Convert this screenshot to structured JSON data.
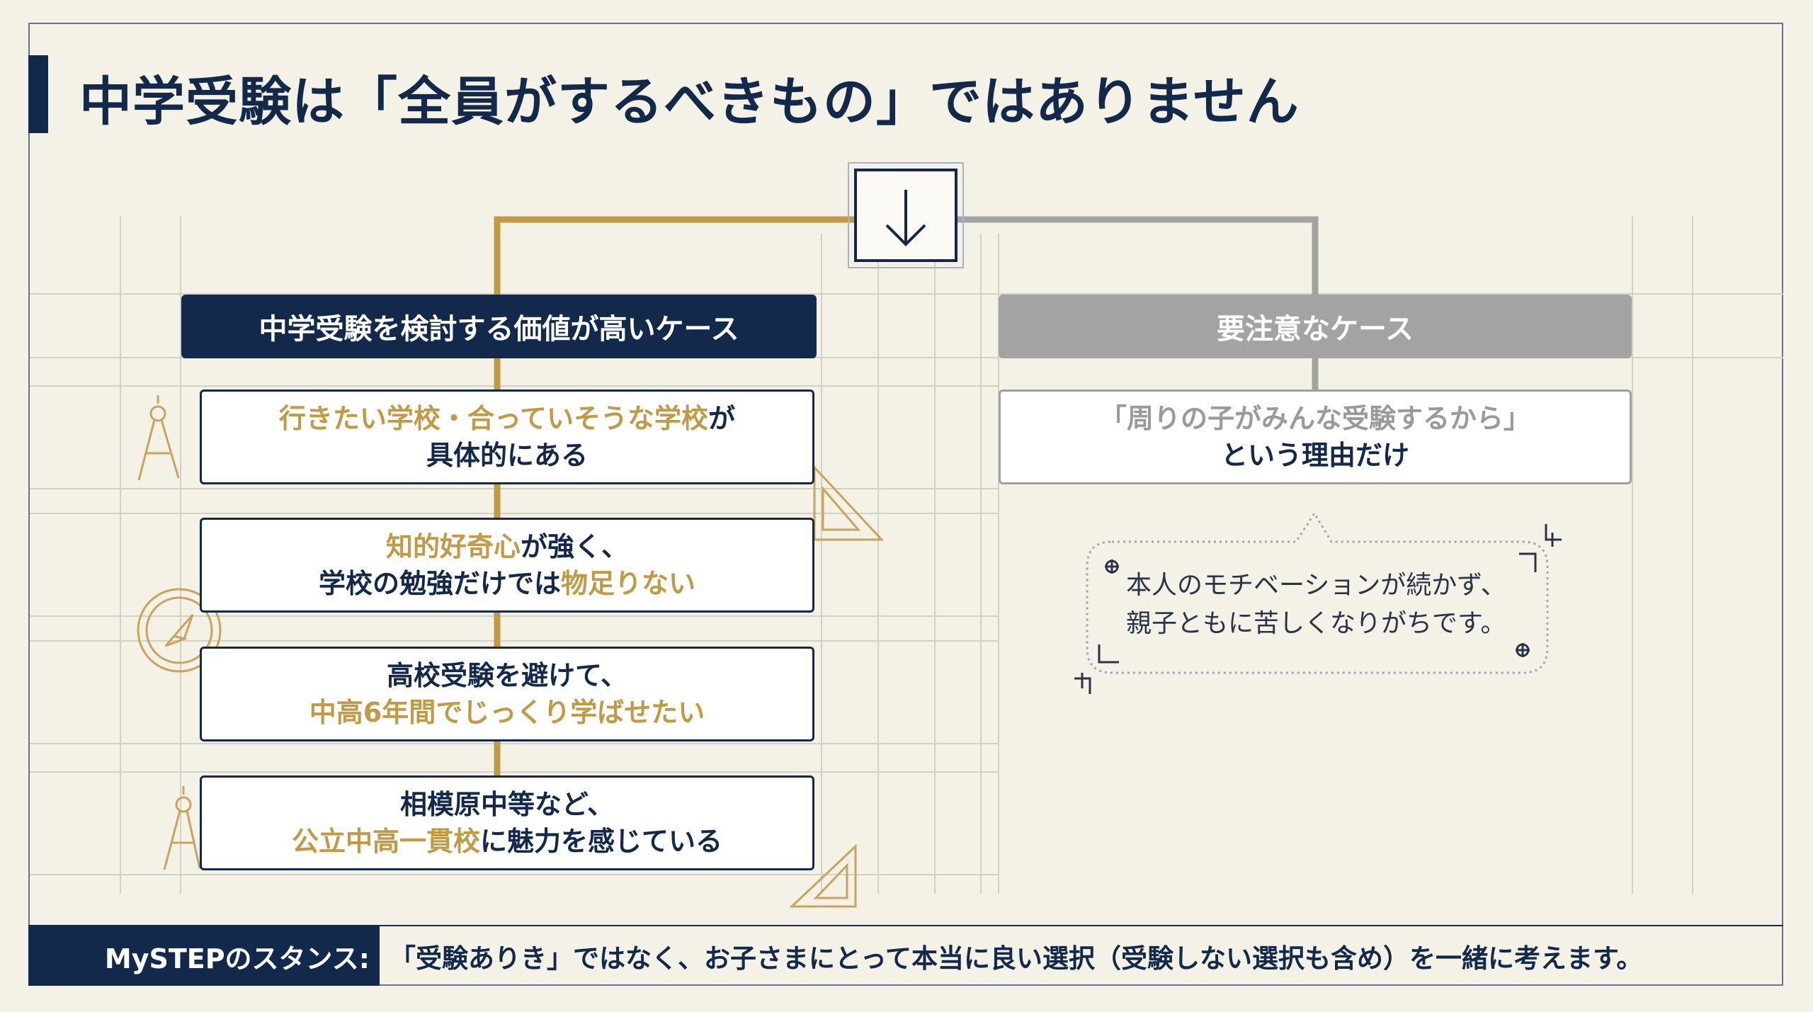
{
  "title": "中学受験は「全員がするべきもの」ではありません",
  "positive": {
    "header": "中学受験を検討する価値が高いケース",
    "items": [
      {
        "line1": [
          {
            "t": "行きたい学校",
            "gold": true
          },
          {
            "t": "・",
            "gold": false
          },
          {
            "t": "合っていそうな学校",
            "gold": true
          },
          {
            "t": "が",
            "gold": false
          }
        ],
        "line2": [
          {
            "t": "具体的にある",
            "gold": false
          }
        ]
      },
      {
        "line1": [
          {
            "t": "知的好奇心",
            "gold": true
          },
          {
            "t": "が強く、",
            "gold": false
          }
        ],
        "line2": [
          {
            "t": "学校の勉強だけでは",
            "gold": false
          },
          {
            "t": "物足りない",
            "gold": true
          }
        ]
      },
      {
        "line1": [
          {
            "t": "高校受験を避けて、",
            "gold": false
          }
        ],
        "line2": [
          {
            "t": "中高6年間でじっくり学ばせたい",
            "gold": true
          }
        ]
      },
      {
        "line1": [
          {
            "t": "相模原中等など、",
            "gold": false
          }
        ],
        "line2": [
          {
            "t": "公立中高一貫校",
            "gold": true
          },
          {
            "t": "に魅力を感じている",
            "gold": false
          }
        ]
      }
    ]
  },
  "caution": {
    "header": "要注意なケース",
    "quote": "「周りの子がみんな受験するから」",
    "reason": "という理由だけ",
    "note_line1": "本人のモチベーションが続かず、",
    "note_line2": "親子ともに苦しくなりがちです。"
  },
  "footer": {
    "label": "MySTEPのスタンス:",
    "text": "「受験ありき」ではなく、お子さまにとって本当に良い選択（受験しない選択も含め）を一緒に考えます。"
  },
  "colors": {
    "navy": "#13294b",
    "gold": "#c19a45",
    "gray": "#a3a3a3",
    "background": "#f4f1e6"
  },
  "icons": [
    "down-arrow-icon",
    "drafting-compass-icon",
    "set-square-icon",
    "compass-rose-icon",
    "crosshair-icon"
  ]
}
